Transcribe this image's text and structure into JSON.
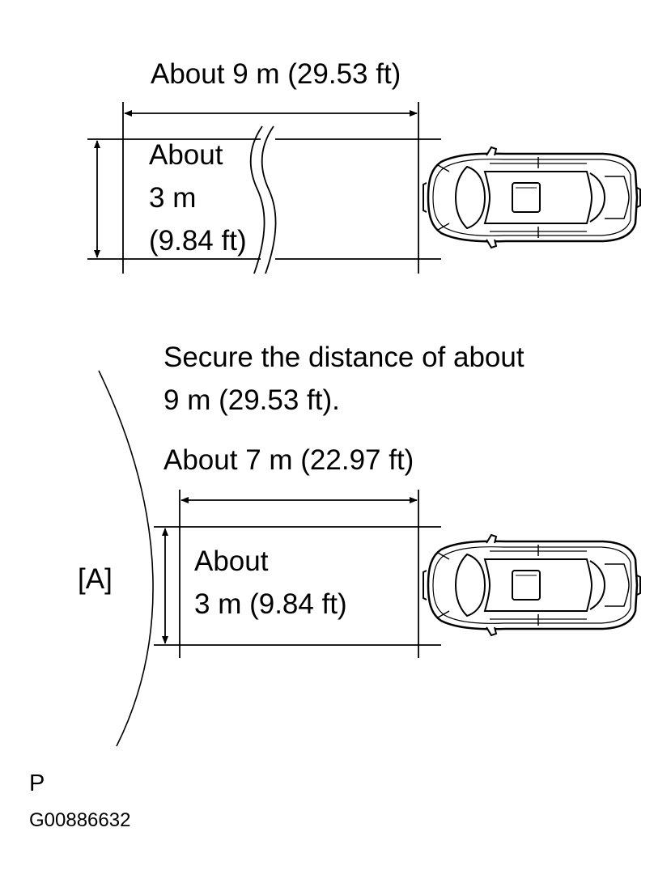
{
  "figure1": {
    "length_label": "About 9 m (29.53 ft)",
    "width_line1": "About",
    "width_line2": "3 m",
    "width_line3": "(9.84 ft)"
  },
  "note": {
    "line1": "Secure the distance of about",
    "line2": "9 m (29.53 ft)."
  },
  "figure2": {
    "length_label": "About 7 m (22.97 ft)",
    "width_line1": "About",
    "width_line2": "3 m (9.84 ft)",
    "marker": "[A]"
  },
  "footer": {
    "letter": "P",
    "code": "G00886632"
  },
  "colors": {
    "ink": "#000000",
    "paper": "#ffffff"
  }
}
